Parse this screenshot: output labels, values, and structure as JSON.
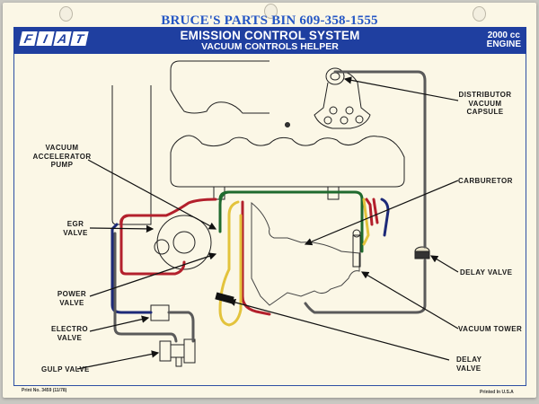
{
  "header": {
    "dealer_line": "BRUCE'S PARTS BIN 609-358-1555",
    "brand_letters": [
      "F",
      "I",
      "A",
      "T"
    ],
    "title": "EMISSION CONTROL SYSTEM",
    "subtitle": "VACUUM CONTROLS HELPER",
    "engine_size": "2000 cc",
    "engine_label": "ENGINE"
  },
  "labels": {
    "vacuum_accelerator_pump": [
      "VACUUM",
      "ACCELERATOR",
      "PUMP"
    ],
    "egr_valve": [
      "EGR",
      "VALVE"
    ],
    "power_valve": [
      "POWER",
      "VALVE"
    ],
    "electro_valve": [
      "ELECTRO",
      "VALVE"
    ],
    "gulp_valve": "GULP VALVE",
    "distributor_vacuum_capsule": [
      "DISTRIBUTOR",
      "VACUUM",
      "CAPSULE"
    ],
    "carburetor": "CARBURETOR",
    "delay_valve_1": "DELAY VALVE",
    "vacuum_tower": "VACUUM TOWER",
    "delay_valve_2": [
      "DELAY",
      "VALVE"
    ]
  },
  "footer": {
    "print_no": "Print No. 3459 (11/78)",
    "printed_in": "Printed In U.S.A"
  },
  "hose_colors": {
    "red": "#b3202c",
    "green": "#1f6a2e",
    "blue": "#1d2a78",
    "yellow": "#e3c33c",
    "gray": "#5a5a5a",
    "black": "#2a2a2a"
  }
}
